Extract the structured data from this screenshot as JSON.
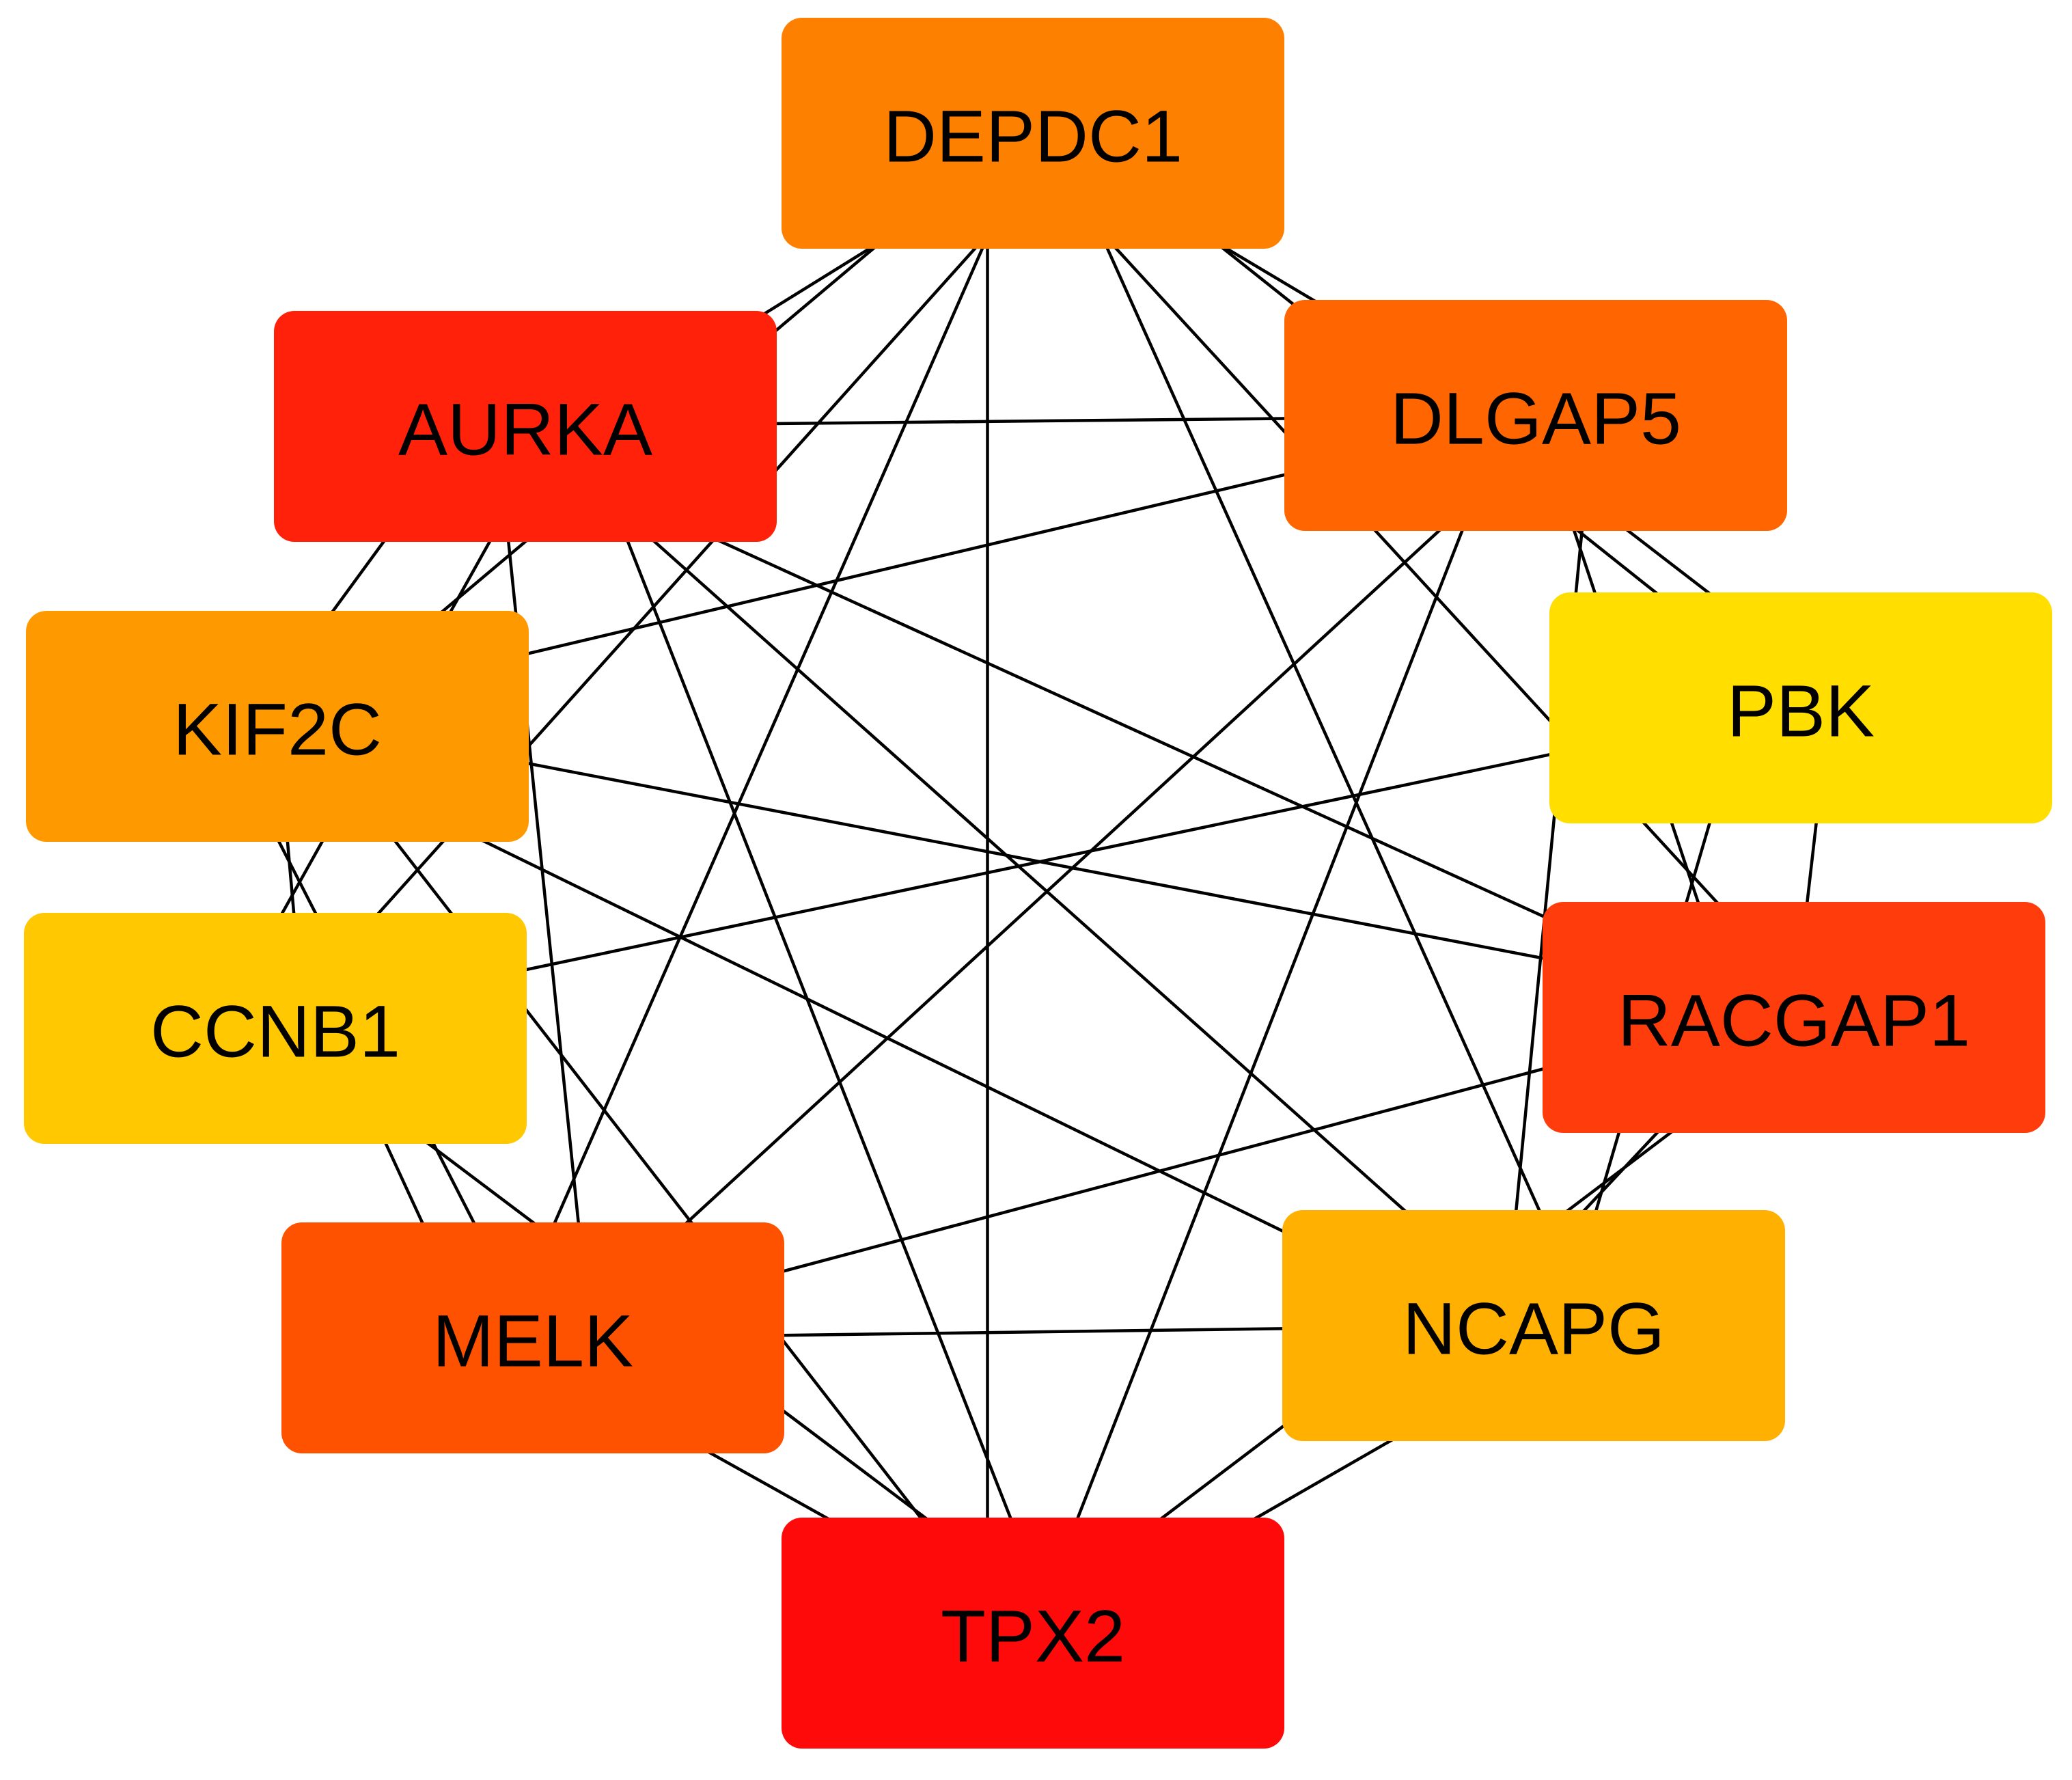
{
  "diagram": {
    "type": "network",
    "nodes": [
      {
        "id": "DEPDC1",
        "label": "DEPDC1",
        "color": "#FE8000"
      },
      {
        "id": "DLGAP5",
        "label": "DLGAP5",
        "color": "#FF6500"
      },
      {
        "id": "PBK",
        "label": "PBK",
        "color": "#FFDE00"
      },
      {
        "id": "RACGAP1",
        "label": "RACGAP1",
        "color": "#FF3C0B"
      },
      {
        "id": "NCAPG",
        "label": "NCAPG",
        "color": "#FFB000"
      },
      {
        "id": "TPX2",
        "label": "TPX2",
        "color": "#FF0A0A"
      },
      {
        "id": "MELK",
        "label": "MELK",
        "color": "#FF5200"
      },
      {
        "id": "CCNB1",
        "label": "CCNB1",
        "color": "#FFC800"
      },
      {
        "id": "KIF2C",
        "label": "KIF2C",
        "color": "#FF9900"
      },
      {
        "id": "AURKA",
        "label": "AURKA",
        "color": "#FF210A"
      }
    ],
    "edges": [
      [
        "DEPDC1",
        "DLGAP5"
      ],
      [
        "DEPDC1",
        "PBK"
      ],
      [
        "DEPDC1",
        "RACGAP1"
      ],
      [
        "DEPDC1",
        "NCAPG"
      ],
      [
        "DEPDC1",
        "TPX2"
      ],
      [
        "DEPDC1",
        "MELK"
      ],
      [
        "DEPDC1",
        "CCNB1"
      ],
      [
        "DEPDC1",
        "KIF2C"
      ],
      [
        "DEPDC1",
        "AURKA"
      ],
      [
        "DLGAP5",
        "PBK"
      ],
      [
        "DLGAP5",
        "RACGAP1"
      ],
      [
        "DLGAP5",
        "NCAPG"
      ],
      [
        "DLGAP5",
        "TPX2"
      ],
      [
        "DLGAP5",
        "MELK"
      ],
      [
        "DLGAP5",
        "KIF2C"
      ],
      [
        "DLGAP5",
        "AURKA"
      ],
      [
        "PBK",
        "RACGAP1"
      ],
      [
        "PBK",
        "NCAPG"
      ],
      [
        "PBK",
        "CCNB1"
      ],
      [
        "RACGAP1",
        "NCAPG"
      ],
      [
        "RACGAP1",
        "TPX2"
      ],
      [
        "RACGAP1",
        "MELK"
      ],
      [
        "RACGAP1",
        "KIF2C"
      ],
      [
        "RACGAP1",
        "AURKA"
      ],
      [
        "NCAPG",
        "TPX2"
      ],
      [
        "NCAPG",
        "MELK"
      ],
      [
        "NCAPG",
        "KIF2C"
      ],
      [
        "NCAPG",
        "AURKA"
      ],
      [
        "TPX2",
        "MELK"
      ],
      [
        "TPX2",
        "CCNB1"
      ],
      [
        "TPX2",
        "KIF2C"
      ],
      [
        "TPX2",
        "AURKA"
      ],
      [
        "MELK",
        "CCNB1"
      ],
      [
        "MELK",
        "KIF2C"
      ],
      [
        "MELK",
        "AURKA"
      ],
      [
        "CCNB1",
        "KIF2C"
      ],
      [
        "CCNB1",
        "AURKA"
      ],
      [
        "KIF2C",
        "AURKA"
      ]
    ]
  }
}
